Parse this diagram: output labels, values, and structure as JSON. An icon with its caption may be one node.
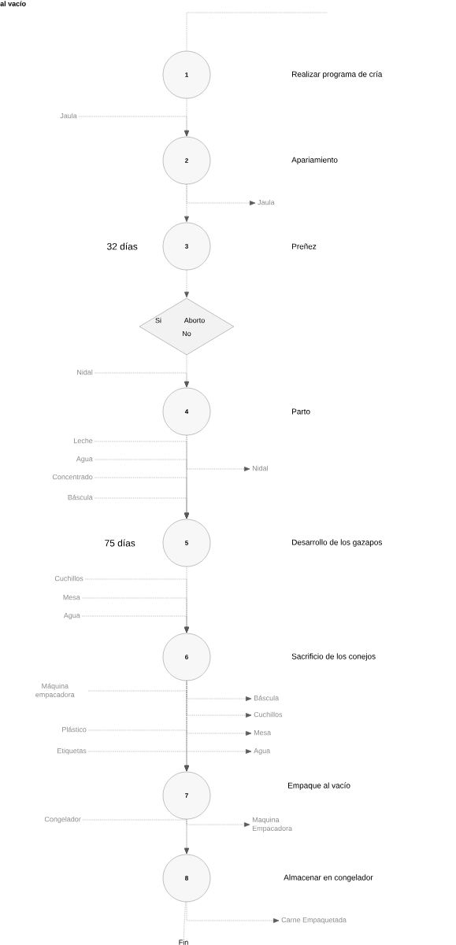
{
  "diagram": {
    "title": "al vacío",
    "nodes": [
      {
        "text": [
          "1"
        ]
      },
      {
        "text": [
          "Jaula"
        ]
      },
      {
        "text": [
          "2"
        ]
      },
      {
        "text": [
          "Jaula"
        ]
      },
      {
        "text": [
          "3"
        ]
      },
      {
        "text": [
          "Si",
          "Aborto",
          "No"
        ]
      },
      {
        "text": [
          "Nidal"
        ]
      },
      {
        "text": [
          "4"
        ]
      },
      {
        "text": [
          "Leche"
        ]
      },
      {
        "text": [
          "Agua"
        ]
      },
      {
        "text": [
          "Concentrado"
        ]
      },
      {
        "text": [
          "Báscula"
        ]
      },
      {
        "text": [
          "Nidal"
        ]
      },
      {
        "text": [
          "5"
        ]
      },
      {
        "text": [
          "Cuchillos"
        ]
      },
      {
        "text": [
          "Mesa"
        ]
      },
      {
        "text": [
          "Agua"
        ]
      },
      {
        "text": [
          "6"
        ]
      },
      {
        "text": [
          "Máquina empacadora"
        ]
      },
      {
        "text": [
          "Plástico"
        ]
      },
      {
        "text": [
          "Etiquetas"
        ]
      },
      {
        "text": [
          "Báscula"
        ]
      },
      {
        "text": [
          "Cuchillos"
        ]
      },
      {
        "text": [
          "Mesa"
        ]
      },
      {
        "text": [
          "Agua"
        ]
      },
      {
        "text": [
          "7"
        ]
      },
      {
        "text": [
          "Congelador"
        ]
      },
      {
        "text": [
          "Maquina Empacadora"
        ]
      },
      {
        "text": [
          "8"
        ]
      },
      {
        "text": [
          "Carne Empaquetada"
        ]
      },
      {
        "text": [
          "Fin"
        ]
      }
    ],
    "edges": [
      {
        "from": null,
        "to": 0,
        "arrow": "none"
      },
      {
        "from": 0,
        "to": 2,
        "arrow": "to"
      },
      {
        "from": 1,
        "to": 2,
        "arrow": "to"
      },
      {
        "from": 2,
        "to": 4,
        "arrow": "to"
      },
      {
        "from": 2,
        "to": 3,
        "arrow": "to"
      },
      {
        "from": 4,
        "to": 5,
        "arrow": "to"
      },
      {
        "from": 5,
        "to": 7,
        "arrow": "to"
      },
      {
        "from": 6,
        "to": 7,
        "arrow": "to"
      },
      {
        "from": 7,
        "to": 13,
        "arrow": "to"
      },
      {
        "from": 8,
        "to": 13,
        "arrow": "to"
      },
      {
        "from": 9,
        "to": 13,
        "arrow": "to"
      },
      {
        "from": 10,
        "to": 13,
        "arrow": "to"
      },
      {
        "from": 11,
        "to": 13,
        "arrow": "to"
      },
      {
        "from": 7,
        "to": 12,
        "arrow": "to"
      },
      {
        "from": 13,
        "to": 17,
        "arrow": "to"
      },
      {
        "from": 14,
        "to": 17,
        "arrow": "to"
      },
      {
        "from": 15,
        "to": 17,
        "arrow": "to"
      },
      {
        "from": 16,
        "to": 17,
        "arrow": "to"
      },
      {
        "from": 17,
        "to": 25,
        "arrow": "to"
      },
      {
        "from": 18,
        "to": 25,
        "arrow": "to"
      },
      {
        "from": 19,
        "to": 25,
        "arrow": "to"
      },
      {
        "from": 20,
        "to": 25,
        "arrow": "to"
      },
      {
        "from": 17,
        "to": 21,
        "arrow": "to"
      },
      {
        "from": 17,
        "to": 22,
        "arrow": "to"
      },
      {
        "from": 17,
        "to": 23,
        "arrow": "to"
      },
      {
        "from": 17,
        "to": 24,
        "arrow": "to"
      },
      {
        "from": 25,
        "to": 28,
        "arrow": "to"
      },
      {
        "from": 26,
        "to": 28,
        "arrow": "to"
      },
      {
        "from": 25,
        "to": 27,
        "arrow": "to"
      },
      {
        "from": 28,
        "to": 29,
        "arrow": "to"
      },
      {
        "from": 28,
        "to": 30,
        "arrow": "none"
      }
    ],
    "labels": [
      "Realizar programa de cría",
      "Apariamiento",
      "32 días",
      "Preñez",
      "Parto",
      "75 días",
      "Desarrollo de los gazapos",
      "Sacrificio de los conejos",
      "Empaque al vacío",
      "Almacenar en congelador"
    ]
  }
}
